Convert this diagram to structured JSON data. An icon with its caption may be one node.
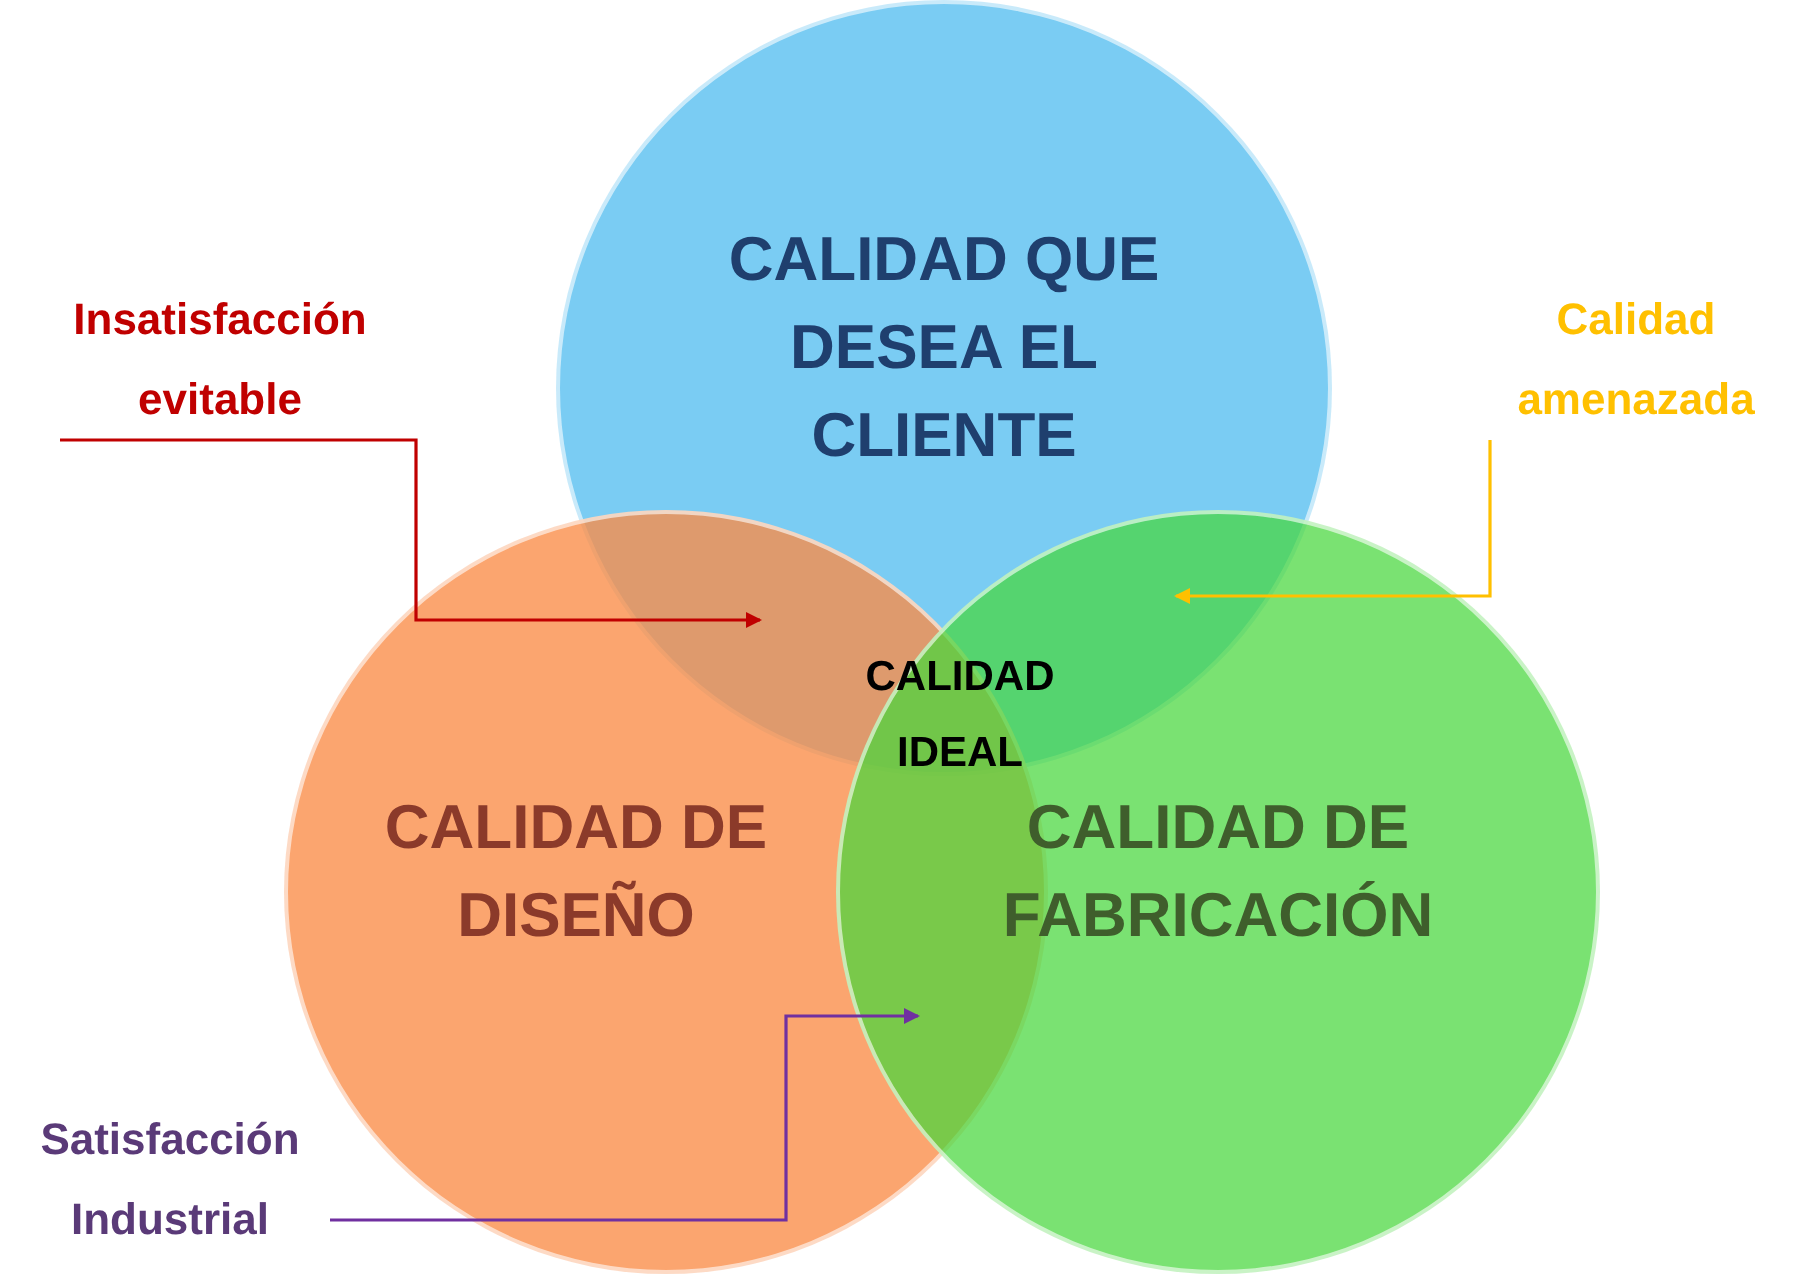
{
  "diagram": {
    "nodes": [
      {
        "text": [
          "CALIDAD QUE DESEA EL CLIENTE"
        ]
      },
      {
        "text": [
          "Insatisfacción evitable"
        ]
      },
      {
        "text": [
          "Calidad amenazada"
        ]
      },
      {
        "text": [
          "CALIDAD DE DISEÑO"
        ]
      },
      {
        "text": [
          "CALIDAD DE FABRICACIÓN"
        ]
      },
      {
        "text": [
          "Satisfacción Industrial"
        ]
      }
    ],
    "edges": [
      {
        "from": 1,
        "to": 3,
        "arrow": "to",
        "color": "#c00000"
      },
      {
        "from": 2,
        "to": 4,
        "arrow": "to",
        "color": "#ffc000"
      },
      {
        "from": 5,
        "to": 3,
        "arrow": "to",
        "color": "#7030a0"
      }
    ],
    "labels": [
      "CALIDAD IDEAL"
    ]
  }
}
